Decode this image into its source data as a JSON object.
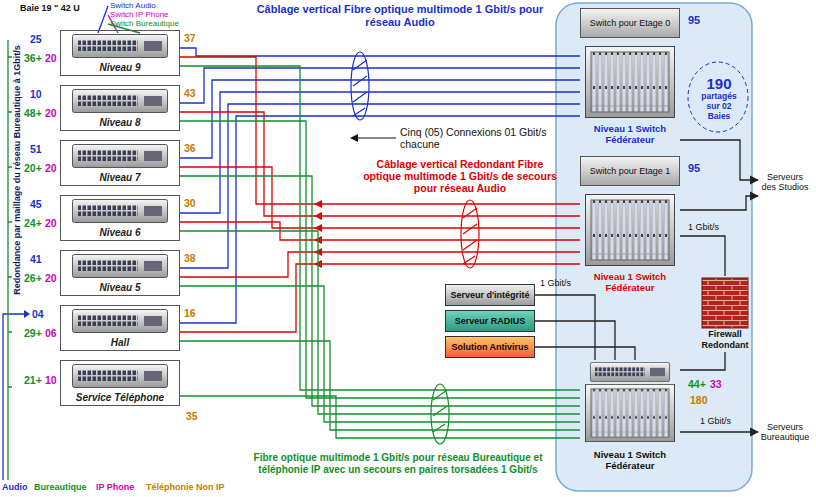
{
  "diagram": {
    "nodes": [
      {
        "text": [
          "Niveau 9"
        ]
      },
      {
        "text": [
          "Niveau 8"
        ]
      },
      {
        "text": [
          "Niveau 7"
        ]
      },
      {
        "text": [
          "Niveau 6"
        ]
      },
      {
        "text": [
          "Niveau 5"
        ]
      },
      {
        "text": [
          "Hall"
        ]
      },
      {
        "text": [
          "Service Téléphone"
        ]
      },
      {
        "text": [
          "Switch pour Etage 0"
        ]
      },
      {
        "text": [
          "Niveau 1 Switch Fédérateur"
        ]
      },
      {
        "text": [
          "Switch pour Etage 1"
        ]
      },
      {
        "text": [
          "Niveau 1 Switch Fédérateur"
        ]
      },
      {
        "text": [
          "Serveur d'intégrité"
        ]
      },
      {
        "text": [
          "Serveur RADIUS"
        ]
      },
      {
        "text": [
          "Solution Antivirus"
        ]
      },
      {
        "text": [
          "Niveau 1 Switch Fédérateur"
        ]
      },
      {
        "text": [
          "Firewall Redondant"
        ]
      },
      {
        "text": [
          "Serveurs des Studios"
        ]
      },
      {
        "text": [
          "Serveurs Bureautique"
        ]
      },
      {
        "text": [
          "190",
          "partagés sur 02 Baies"
        ]
      }
    ],
    "edges": [
      {
        "from": 0,
        "to": 8,
        "arrow": "none"
      },
      {
        "from": 1,
        "to": 8,
        "arrow": "none"
      },
      {
        "from": 2,
        "to": 8,
        "arrow": "none"
      },
      {
        "from": 3,
        "to": 8,
        "arrow": "none"
      },
      {
        "from": 4,
        "to": 8,
        "arrow": "none"
      },
      {
        "from": 5,
        "to": 8,
        "arrow": "none"
      },
      {
        "from": 0,
        "to": 10,
        "arrow": "none"
      },
      {
        "from": 1,
        "to": 10,
        "arrow": "none"
      },
      {
        "from": 2,
        "to": 10,
        "arrow": "none"
      },
      {
        "from": 3,
        "to": 10,
        "arrow": "none"
      },
      {
        "from": 4,
        "to": 10,
        "arrow": "none"
      },
      {
        "from": 5,
        "to": 10,
        "arrow": "none"
      },
      {
        "from": 0,
        "to": 14,
        "arrow": "none"
      },
      {
        "from": 1,
        "to": 14,
        "arrow": "none"
      },
      {
        "from": 2,
        "to": 14,
        "arrow": "none"
      },
      {
        "from": 3,
        "to": 14,
        "arrow": "none"
      },
      {
        "from": 4,
        "to": 14,
        "arrow": "none"
      },
      {
        "from": 5,
        "to": 14,
        "arrow": "none"
      },
      {
        "from": 6,
        "to": 14,
        "arrow": "none"
      },
      {
        "from": 11,
        "to": 14,
        "arrow": "none"
      },
      {
        "from": 12,
        "to": 14,
        "arrow": "none"
      },
      {
        "from": 13,
        "to": 14,
        "arrow": "none"
      },
      {
        "from": 8,
        "to": 16,
        "arrow": "to"
      },
      {
        "from": 10,
        "to": 16,
        "arrow": "to"
      },
      {
        "from": 10,
        "to": 15,
        "arrow": "none"
      },
      {
        "from": 14,
        "to": 15,
        "arrow": "none"
      },
      {
        "from": 14,
        "to": 17,
        "arrow": "to"
      }
    ],
    "labels": [
      "Baie 19 \" 42 U",
      "Switch Audio",
      "Switch IP Phone",
      "Switch Bureautique",
      "25",
      "36+",
      "20",
      "37",
      "10",
      "48+",
      "20",
      "43",
      "51",
      "20+",
      "20",
      "36",
      "45",
      "24+",
      "20",
      "30",
      "41",
      "26+",
      "20",
      "38",
      "04",
      "29+",
      "06",
      "16",
      "21+",
      "10",
      "35",
      "Redondance par maillage du réseau Bureautique à 1Gbit/s",
      "Câblage vertical Fibre optique multimode 1 Gbit/s pour réseau Audio",
      "Cinq (05) Connexions 01 Gbit/s chacune",
      "Câblage vertical Redondant Fibre optique multimode 1 Gbit/s de secours pour réseau Audio",
      "Fibre optique multimode 1 Gbit/s pour réseau Bureautique et téléphonie IP avec un secours en paires torsadées 1 Gbit/s",
      "95",
      "95",
      "1 Gbit/s",
      "1 Gbit/s",
      "44+",
      "33",
      "180",
      "1 Gbit/s",
      "Audio",
      "Bureautique",
      "IP Phone",
      "Téléphonie Non IP"
    ]
  }
}
